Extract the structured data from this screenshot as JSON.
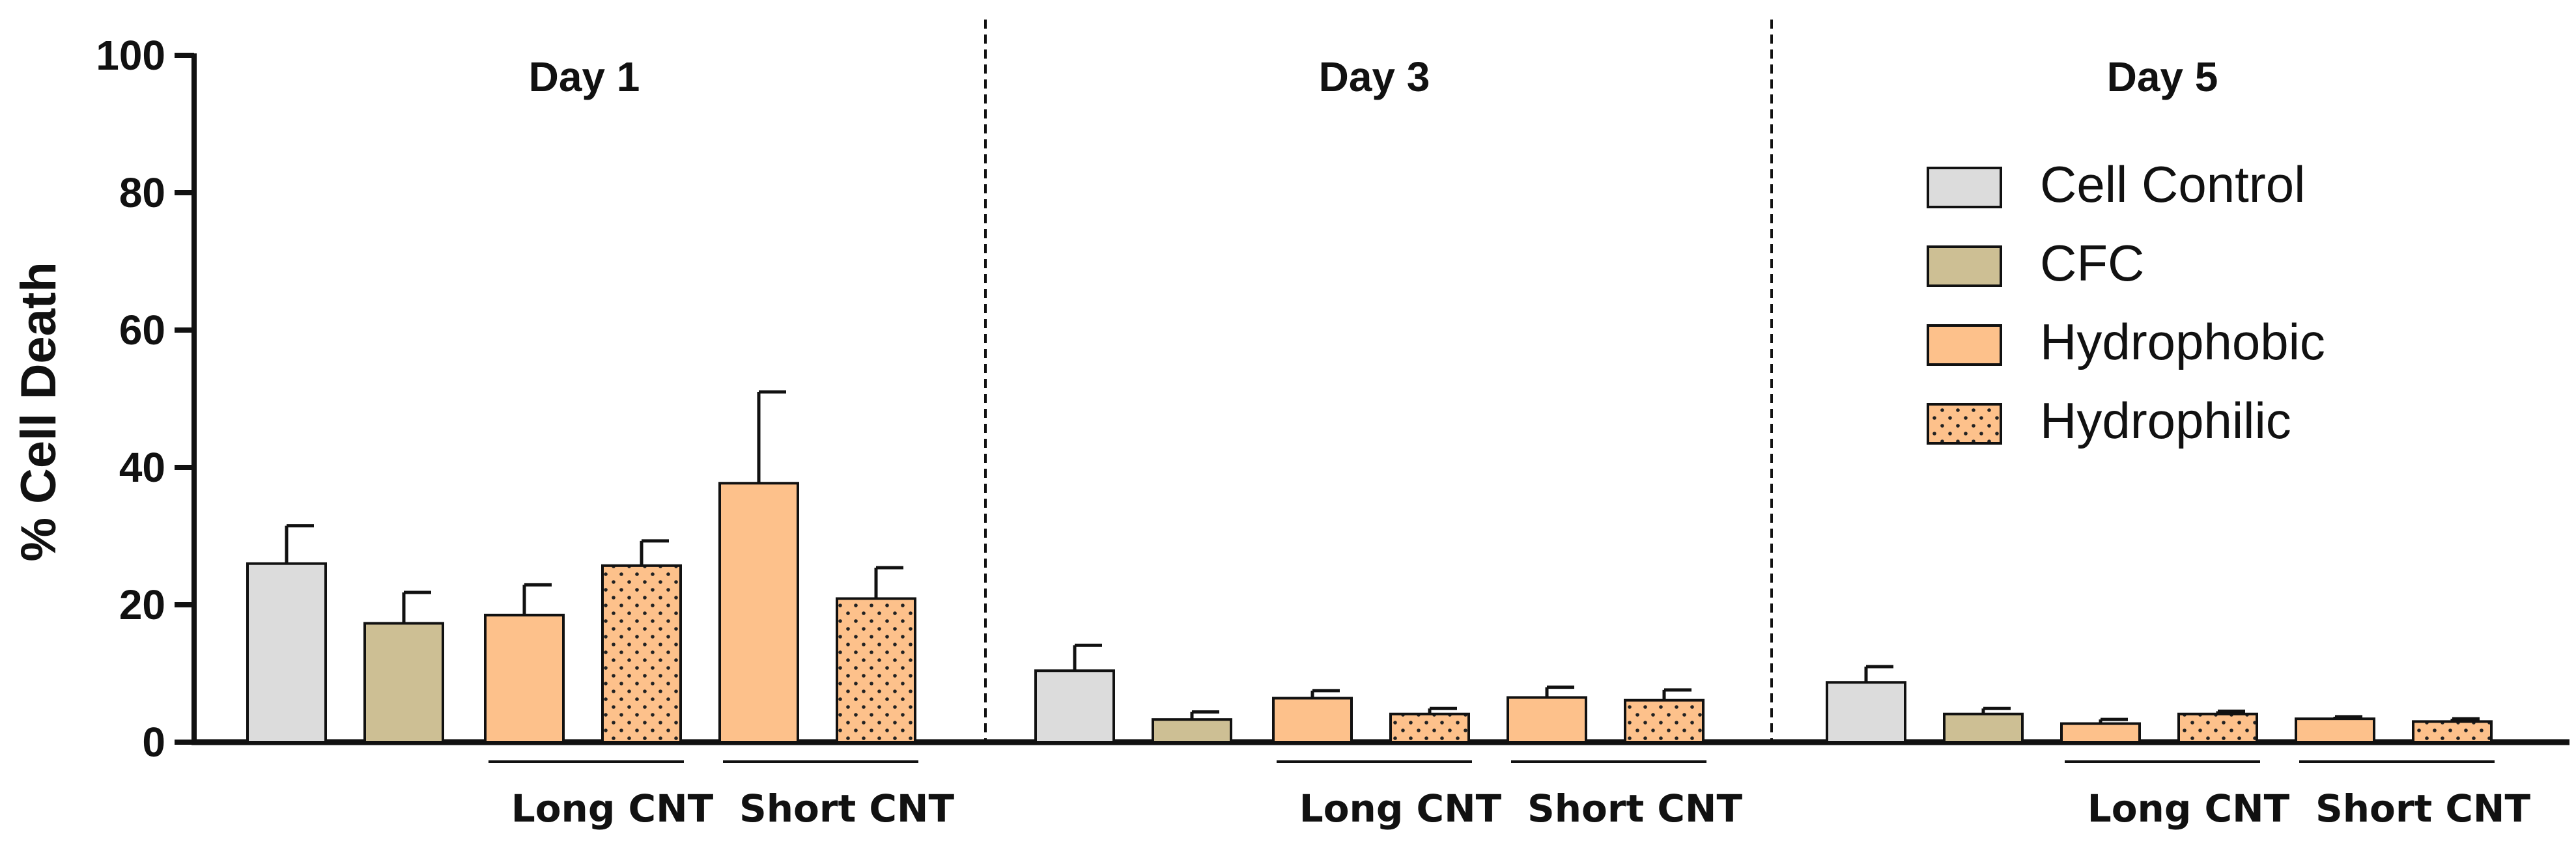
{
  "colors": {
    "cell_control": "#dcdcdc",
    "cfc": "#cdbf94",
    "hydrophobic": "#fdc18b",
    "hydrophilic": "#fdc18b",
    "stroke": "#111111"
  },
  "chart_data": {
    "type": "bar",
    "ylabel": "% Cell Death",
    "ylim": [
      0,
      100
    ],
    "yticks": [
      "0",
      "20",
      "40",
      "60",
      "80",
      "100"
    ],
    "legend_placement": "top-right",
    "legend": [
      {
        "name": "Cell Control",
        "pattern": "solid",
        "color_key": "cell_control"
      },
      {
        "name": "CFC",
        "pattern": "solid",
        "color_key": "cfc"
      },
      {
        "name": "Hydrophobic",
        "pattern": "solid",
        "color_key": "hydrophobic"
      },
      {
        "name": "Hydrophilic",
        "pattern": "dotted",
        "color_key": "hydrophilic"
      }
    ],
    "group_labels": [
      "Long CNT",
      "Short CNT"
    ],
    "panels": [
      {
        "title": "Day 1",
        "bars": [
          {
            "series": "Cell Control",
            "value": 26,
            "error": 5.5
          },
          {
            "series": "CFC",
            "value": 17.3,
            "error": 4.5
          },
          {
            "series": "Hydrophobic",
            "group": "Long CNT",
            "value": 18.5,
            "error": 4.4
          },
          {
            "series": "Hydrophilic",
            "group": "Long CNT",
            "value": 25.7,
            "error": 3.6
          },
          {
            "series": "Hydrophobic",
            "group": "Short CNT",
            "value": 37.7,
            "error": 13.3
          },
          {
            "series": "Hydrophilic",
            "group": "Short CNT",
            "value": 20.9,
            "error": 4.5
          }
        ]
      },
      {
        "title": "Day 3",
        "bars": [
          {
            "series": "Cell Control",
            "value": 10.4,
            "error": 3.7
          },
          {
            "series": "CFC",
            "value": 3.3,
            "error": 1.1
          },
          {
            "series": "Hydrophobic",
            "group": "Long CNT",
            "value": 6.4,
            "error": 1.1
          },
          {
            "series": "Hydrophilic",
            "group": "Long CNT",
            "value": 4.1,
            "error": 0.8
          },
          {
            "series": "Hydrophobic",
            "group": "Short CNT",
            "value": 6.5,
            "error": 1.5
          },
          {
            "series": "Hydrophilic",
            "group": "Short CNT",
            "value": 6.1,
            "error": 1.5
          }
        ]
      },
      {
        "title": "Day 5",
        "bars": [
          {
            "series": "Cell Control",
            "value": 8.7,
            "error": 2.3
          },
          {
            "series": "CFC",
            "value": 4.1,
            "error": 0.8
          },
          {
            "series": "Hydrophobic",
            "group": "Long CNT",
            "value": 2.7,
            "error": 0.6
          },
          {
            "series": "Hydrophilic",
            "group": "Long CNT",
            "value": 4.1,
            "error": 0.4
          },
          {
            "series": "Hydrophobic",
            "group": "Short CNT",
            "value": 3.4,
            "error": 0.3
          },
          {
            "series": "Hydrophilic",
            "group": "Short CNT",
            "value": 3,
            "error": 0.4
          }
        ]
      }
    ]
  }
}
